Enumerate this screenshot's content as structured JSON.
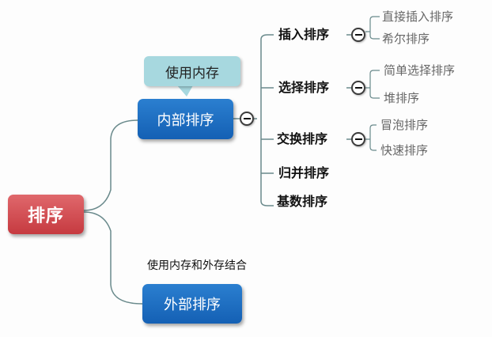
{
  "root": {
    "label": "排序"
  },
  "internal": {
    "label": "内部排序",
    "callout": "使用内存",
    "categories": [
      {
        "label": "插入排序",
        "children": [
          "直接插入排序",
          "希尔排序"
        ]
      },
      {
        "label": "选择排序",
        "children": [
          "简单选择排序",
          "堆排序"
        ]
      },
      {
        "label": "交换排序",
        "children": [
          "冒泡排序",
          "快速排序"
        ]
      },
      {
        "label": "归并排序",
        "children": []
      },
      {
        "label": "基数排序",
        "children": []
      }
    ]
  },
  "external": {
    "label": "外部排序",
    "note": "使用内存和外存结合"
  },
  "colors": {
    "root": "#c63a40",
    "branch": "#1460b4",
    "callout": "#a7d8df",
    "line": "#6a8a8c"
  },
  "icons": {
    "collapse": "circle-minus-icon"
  }
}
